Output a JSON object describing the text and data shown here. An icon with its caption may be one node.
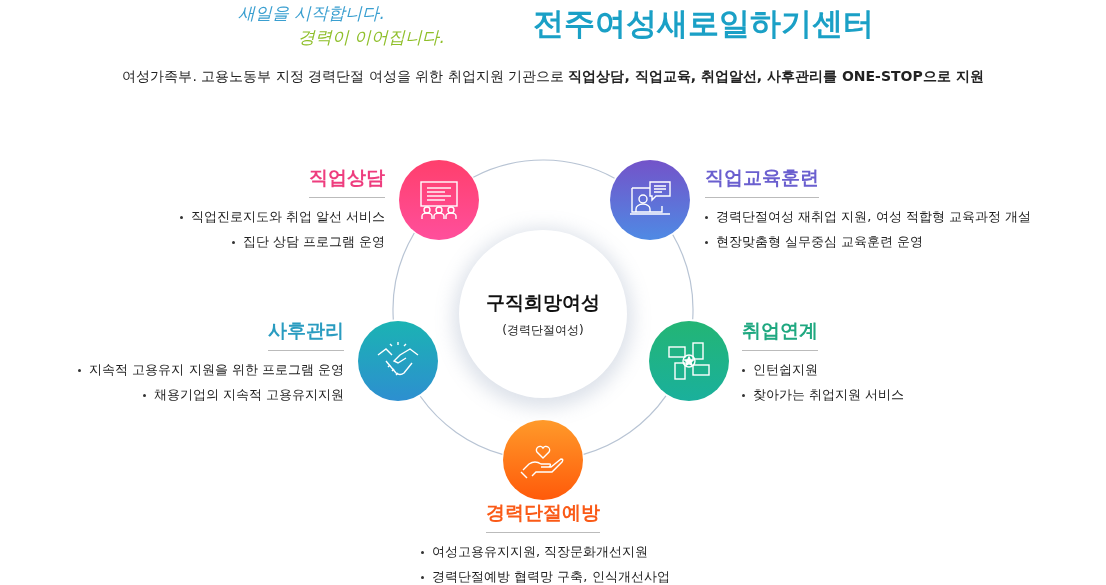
{
  "diagram": {
    "title": "전주여성새로일하기센터",
    "nodes": [
      {
        "text": [],
        "shape": "circle",
        "beside": [
          "직업상담",
          "직업진로지도와 취업 알선 서비스",
          "집단 상담 프로그램 운영"
        ]
      },
      {
        "text": [],
        "shape": "circle",
        "beside": [
          "직업교육훈련",
          "경력단절여성 재취업 지원, 여성 적합형 교육과정 개설",
          "현장맞춤형 실무중심 교육훈련 운영"
        ]
      },
      {
        "text": [
          "구직희망여성",
          "(경력단절여성)"
        ]
      },
      {
        "text": [],
        "shape": "circle",
        "beside": [
          "사후관리",
          "지속적 고용유지 지원을 위한 프로그램 운영",
          "채용기업의 지속적 고용유지지원"
        ]
      },
      {
        "text": [],
        "shape": "circle",
        "beside": [
          "취업연계",
          "인턴쉽지원",
          "찾아가는 취업지원 서비스"
        ]
      },
      {
        "text": [],
        "shape": "circle",
        "beside": [
          "경력단절예방",
          "여성고용유지지원, 직장문화개선지원",
          "경력단절예방 협력망 구축, 인식개선사업"
        ]
      }
    ],
    "edges": [
      {
        "from": 0,
        "to": 1,
        "arrow": "none"
      },
      {
        "from": 1,
        "to": 4,
        "arrow": "none"
      },
      {
        "from": 4,
        "to": 5,
        "arrow": "none"
      },
      {
        "from": 5,
        "to": 3,
        "arrow": "none"
      },
      {
        "from": 3,
        "to": 0,
        "arrow": "none"
      }
    ],
    "labels": [
      "새일을 시작합니다.",
      "경력이 이어집니다.",
      "여성가족부. 고용노동부 지정 경력단절 여성을 위한 취업지원 기관으로 **직업상담, 직업교육, 취업알선, 사후관리를 ONE-STOP으로 지원**"
    ]
  }
}
